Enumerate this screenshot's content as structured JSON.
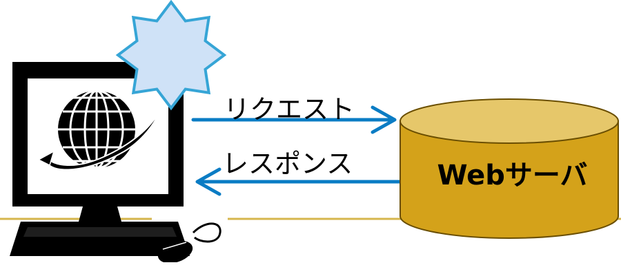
{
  "diagram": {
    "request_label": "リクエスト",
    "response_label": "レスポンス",
    "server_label": "Webサーバ",
    "colors": {
      "arrow": "#0a7cc4",
      "divider": "#d6b64c",
      "server_body": "#d4a21a",
      "server_top": "#e6c76a",
      "star_fill": "#cfe2f7",
      "star_stroke": "#36a5d6",
      "computer": "#000000"
    },
    "icons": [
      "computer-icon",
      "globe-icon",
      "mouse-icon",
      "star-burst-icon",
      "database-icon"
    ]
  }
}
